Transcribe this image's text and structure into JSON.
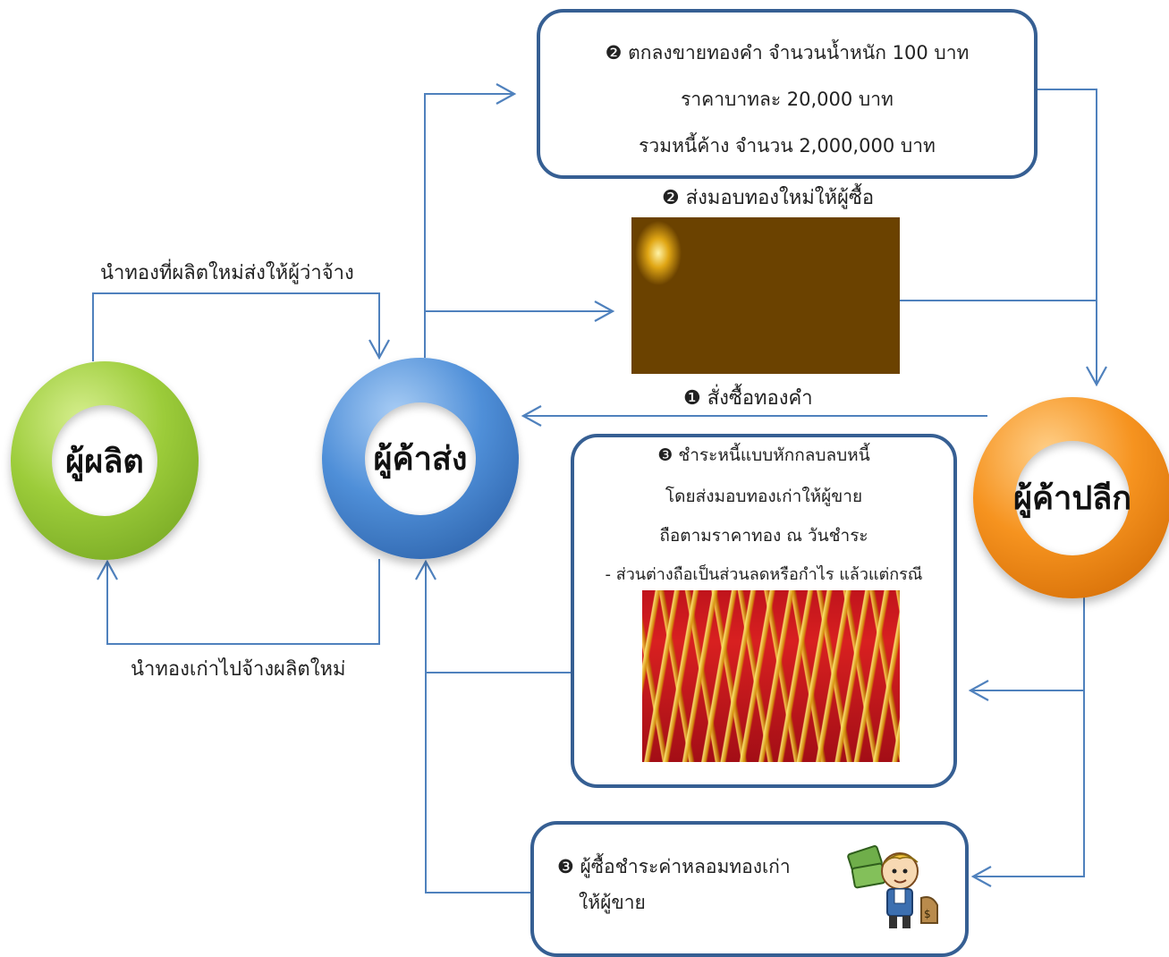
{
  "nodes": {
    "producer": "ผู้ผลิต",
    "wholesaler": "ผู้ค้าส่ง",
    "retailer": "ผู้ค้าปลีก"
  },
  "sale_box": {
    "line1": "❷ ตกลงขายทองคำ จำนวนน้ำหนัก 100 บาท",
    "line2": "ราคาบาทละ 20,000 บาท",
    "line3": "รวมหนี้ค้าง จำนวน 2,000,000 บาท"
  },
  "deliver_label": "❷ ส่งมอบทองใหม่ให้ผู้ซื้อ",
  "order_label": "❶ สั่งซื้อทองคำ",
  "offset_box": {
    "line1": "❸ ชำระหนี้แบบหักกลบลบหนี้",
    "line2": "โดยส่งมอบทองเก่าให้ผู้ขาย",
    "line3": "ถือตามราคาทอง ณ วันชำระ",
    "line4": "- ส่วนต่างถือเป็นส่วนลดหรือกำไร แล้วแต่กรณี"
  },
  "pay_box": {
    "line1": "❸ ผู้ซื้อชำระค่าหลอมทองเก่า",
    "line2": "ให้ผู้ขาย"
  },
  "top_left_label": "นำทองที่ผลิตใหม่ส่งให้ผู้ว่าจ้าง",
  "bottom_left_label": "นำทองเก่าไปจ้างผลิตใหม่",
  "colors": {
    "arrow": "#4f81bd",
    "box_border": "#365f93",
    "producer_ring": "#8cc63f",
    "wholesaler_ring": "#3a78c9",
    "retailer_ring": "#f7941d"
  }
}
